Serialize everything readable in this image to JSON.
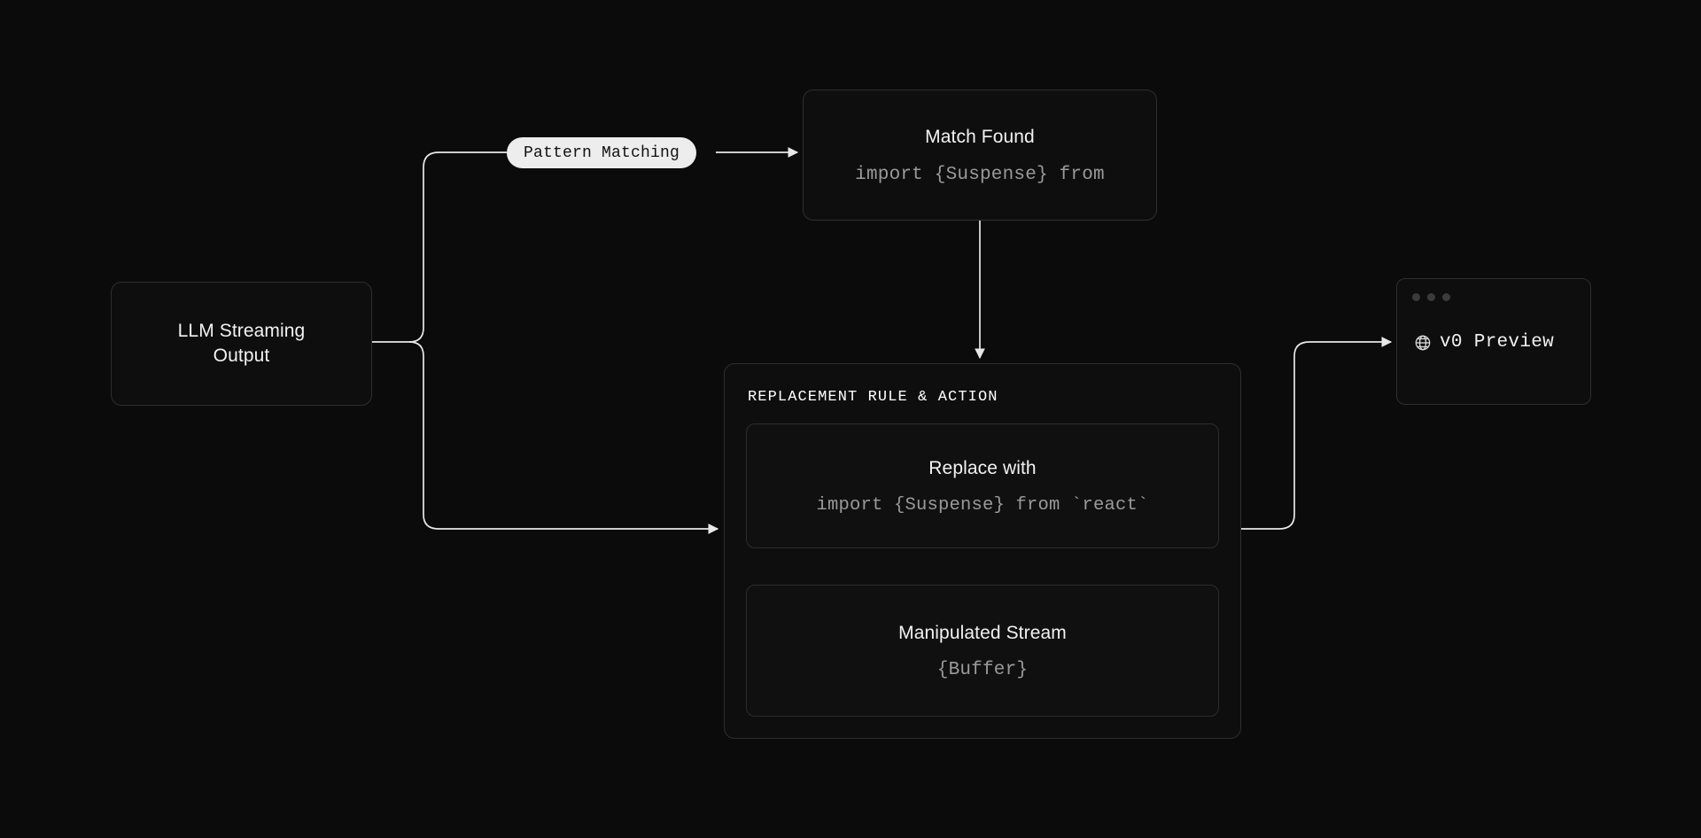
{
  "theme": {
    "background": "#0b0b0b",
    "node_fill": "#0e0e0e",
    "node_border": "#2e2e2e",
    "edge_color": "#e8e8e8",
    "dotted_edge_color": "#8a8a8a",
    "title_color": "#f2f2f2",
    "code_color": "#9a9a9a",
    "pill_fill": "#ededed",
    "pill_text": "#121212",
    "dot_color": "#3b3b3b"
  },
  "diagram": {
    "type": "flowchart",
    "nodes": {
      "llm": {
        "title_line1": "LLM Streaming",
        "title_line2": "Output"
      },
      "match_found": {
        "title": "Match Found",
        "code": "import {Suspense} from"
      },
      "replacement_container": {
        "label": "REPLACEMENT RULE & ACTION",
        "replace": {
          "title": "Replace with",
          "code": "import {Suspense} from `react`"
        },
        "stream": {
          "title": "Manipulated Stream",
          "code": "{Buffer}"
        }
      },
      "preview": {
        "label": "v0 Preview",
        "icon": "globe-icon",
        "window_dots": 3
      }
    },
    "edge_labels": {
      "pattern_matching": "Pattern Matching"
    },
    "edges": [
      {
        "from": "llm",
        "to": "match_found",
        "label": "Pattern Matching",
        "style": "solid",
        "arrow": true
      },
      {
        "from": "llm",
        "to": "replacement_container",
        "style": "solid",
        "arrow": true
      },
      {
        "from": "match_found",
        "to": "replacement_container",
        "style": "solid",
        "arrow": true
      },
      {
        "from": "replace",
        "to": "stream",
        "style": "dotted",
        "arrow": true
      },
      {
        "from": "replace",
        "to": "preview",
        "style": "solid",
        "arrow": true
      }
    ]
  }
}
